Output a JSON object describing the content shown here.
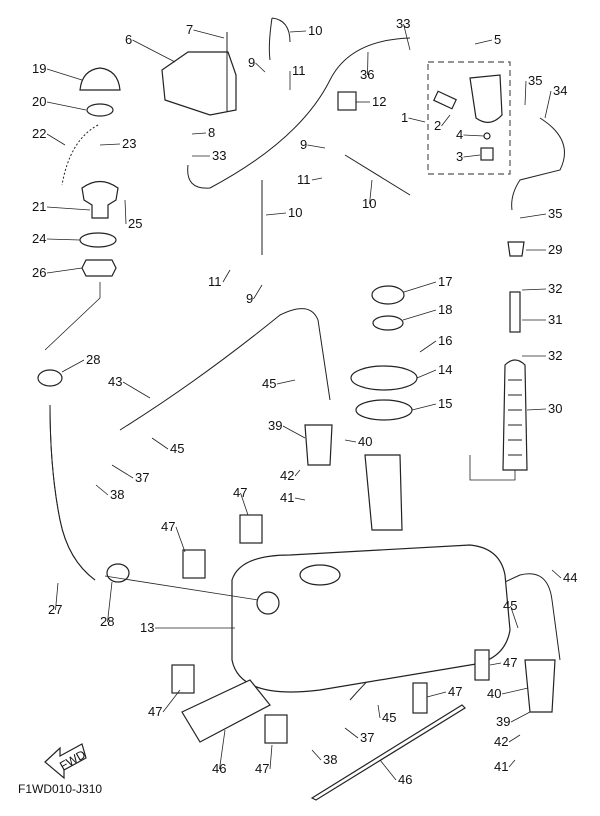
{
  "diagram": {
    "drawing_code": "F1WD010-J310",
    "direction_arrow_label": "FWD",
    "callouts": [
      "19",
      "20",
      "22",
      "23",
      "21",
      "25",
      "24",
      "26",
      "6",
      "7",
      "10",
      "9",
      "11",
      "8",
      "33",
      "36",
      "33",
      "5",
      "35",
      "34",
      "1",
      "2",
      "4",
      "3",
      "12",
      "9",
      "11",
      "10",
      "10",
      "11",
      "9",
      "35",
      "29",
      "32",
      "31",
      "32",
      "30",
      "17",
      "18",
      "16",
      "14",
      "15",
      "28",
      "43",
      "45",
      "45",
      "39",
      "40",
      "42",
      "41",
      "37",
      "38",
      "47",
      "47",
      "27",
      "28",
      "13",
      "44",
      "45",
      "47",
      "47",
      "40",
      "39",
      "42",
      "41",
      "45",
      "37",
      "38",
      "47",
      "46",
      "47",
      "46"
    ]
  }
}
